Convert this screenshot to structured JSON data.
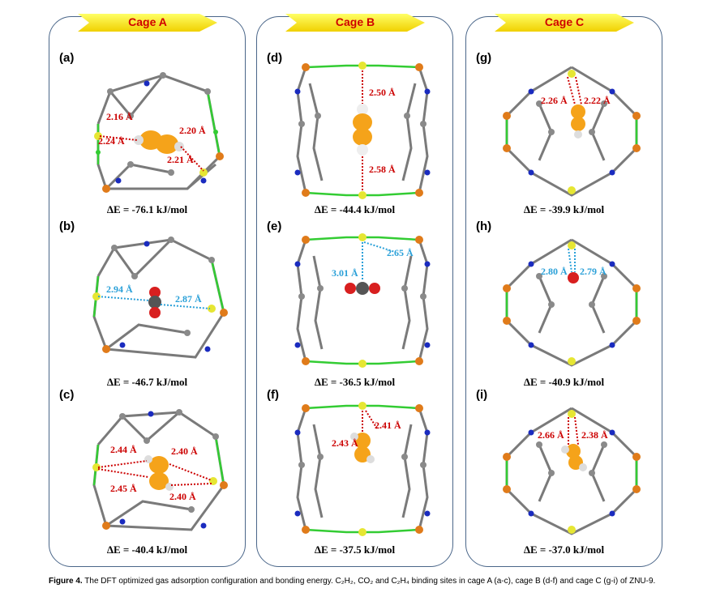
{
  "cages": [
    {
      "title": "Cage A",
      "panels": [
        {
          "label": "(a)",
          "energy": "ΔE = -76.1 kJ/mol",
          "distances": [
            "2.16 Å",
            "2.24 Å",
            "2.20 Å",
            "2.21 Å"
          ],
          "gas": "C2H2"
        },
        {
          "label": "(b)",
          "energy": "ΔE = -46.7 kJ/mol",
          "distances": [
            "2.94 Å",
            "2.87 Å"
          ],
          "gas": "CO2"
        },
        {
          "label": "(c)",
          "energy": "ΔE = -40.4 kJ/mol",
          "distances": [
            "2.44 Å",
            "2.40 Å",
            "2.45 Å",
            "2.40 Å"
          ],
          "gas": "C2H4"
        }
      ]
    },
    {
      "title": "Cage B",
      "panels": [
        {
          "label": "(d)",
          "energy": "ΔE = -44.4 kJ/mol",
          "distances": [
            "2.50 Å",
            "2.58 Å"
          ],
          "gas": "C2H2"
        },
        {
          "label": "(e)",
          "energy": "ΔE = -36.5 kJ/mol",
          "distances": [
            "2.65 Å",
            "3.01 Å"
          ],
          "gas": "CO2"
        },
        {
          "label": "(f)",
          "energy": "ΔE = -37.5  kJ/mol",
          "distances": [
            "2.41 Å",
            "2.43 Å"
          ],
          "gas": "C2H4"
        }
      ]
    },
    {
      "title": "Cage C",
      "panels": [
        {
          "label": "(g)",
          "energy": "ΔE = -39.9 kJ/mol",
          "distances": [
            "2.26 Å",
            "2.22 Å"
          ],
          "gas": "C2H2"
        },
        {
          "label": "(h)",
          "energy": "ΔE = -40.9 kJ/mol",
          "distances": [
            "2.80 Å",
            "2.79 Å"
          ],
          "gas": "CO2"
        },
        {
          "label": "(i)",
          "energy": "ΔE = -37.0 kJ/mol",
          "distances": [
            "2.66 Å",
            "2.38 Å"
          ],
          "gas": "C2H4"
        }
      ]
    }
  ],
  "caption": {
    "label": "Figure 4.",
    "text": "The DFT optimized gas adsorption configuration and bonding energy. C₂H₂, CO₂ and C₂H₄ binding sites in cage A (a-c), cage B (d-f) and cage C (g-i) of ZNU-9."
  },
  "colors": {
    "frame_border": "#4a6689",
    "banner_fill": "#ffff33",
    "banner_text": "#d00000",
    "c2h2_distance": "#cc0000",
    "co2_distance": "#2aa0d8",
    "carbon": "#8a8a8a",
    "nitrogen": "#1a2bbf",
    "copper": "#e07b1a",
    "fluorine": "#33cc33",
    "silicon": "#e6e633",
    "gas_carbon": "#f5a31a",
    "oxygen": "#d81f1f"
  }
}
